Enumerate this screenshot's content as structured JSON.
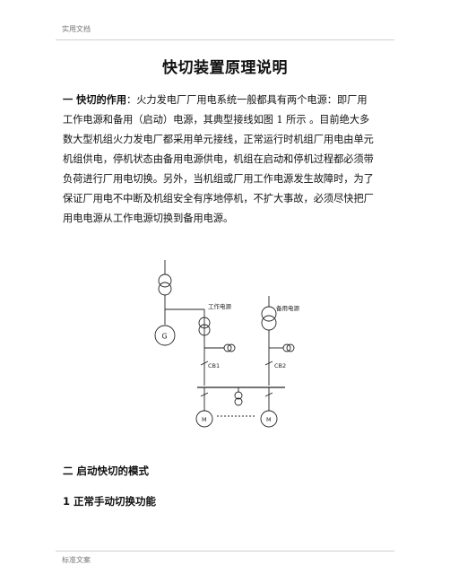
{
  "header": {
    "text": "实用文档"
  },
  "title": "快切装置原理说明",
  "intro": {
    "heading": "一  快切的作用",
    "lines": [
      "：火力发电厂厂用电系统一般都具有两个电源：即厂用",
      "工作电源和备用（启动）电源，其典型接线如图 1 所示  。目前绝大多",
      "数大型机组火力发电厂都采用单元接线，正常运行时机组厂用电由单元",
      "机组供电，停机状态由备用电源供电，机组在启动和停机过程都必须带",
      "负荷进行厂用电切换。另外，当机组或厂用工作电源发生故障时，为了",
      "保证厂用电不中断及机组安全有序地停机，不扩大事故，必须尽快把厂",
      "用电电源从工作电源切换到备用电源。"
    ]
  },
  "diagram": {
    "labels": {
      "work_source": "工作电源",
      "standby_source": "备用电源",
      "generator": "G",
      "cb1": "CB1",
      "cb2": "CB2",
      "motor_left": "M",
      "motor_right": "M"
    }
  },
  "sections": [
    {
      "text": "二  启动快切的模式"
    },
    {
      "text": "1  正常手动切换功能"
    }
  ],
  "footer": {
    "text": "标准文案"
  }
}
